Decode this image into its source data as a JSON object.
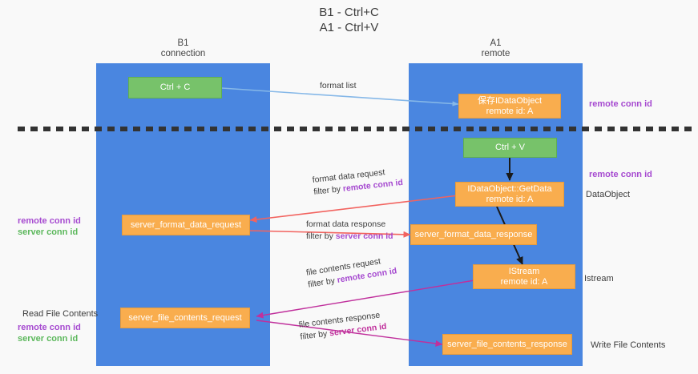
{
  "title": {
    "line1": "B1 - Ctrl+C",
    "line2": "A1 - Ctrl+V"
  },
  "columns": [
    {
      "name": "B1",
      "role": "connection"
    },
    {
      "name": "A1",
      "role": "remote"
    }
  ],
  "nodes": {
    "ctrl_c": {
      "label": "Ctrl + C",
      "sub": ""
    },
    "save_idataobject": {
      "label": "保存IDataObject",
      "sub": "remote id: A"
    },
    "ctrl_v": {
      "label": "Ctrl + V",
      "sub": ""
    },
    "getdata": {
      "label": "IDataObject::GetData",
      "sub": "remote id: A"
    },
    "fmt_req": {
      "label": "server_format_data_request",
      "sub": ""
    },
    "fmt_resp": {
      "label": "server_format_data_response",
      "sub": ""
    },
    "istream": {
      "label": "IStream",
      "sub": "remote id: A"
    },
    "file_req": {
      "label": "server_file_contents_request",
      "sub": ""
    },
    "file_resp": {
      "label": "server_file_contents_response",
      "sub": ""
    }
  },
  "edge_labels": {
    "format_list": {
      "line1": "format list",
      "line2": "",
      "filter_prefix": "",
      "filter_key": ""
    },
    "format_data_req": {
      "line1": "format data request",
      "filter_prefix": "filter by ",
      "filter_key": "remote conn id"
    },
    "format_data_resp": {
      "line1": "format data response",
      "filter_prefix": "filter by ",
      "filter_key": "server conn id"
    },
    "file_contents_req": {
      "line1": "file contents request",
      "filter_prefix": "filter by ",
      "filter_key": "remote conn id"
    },
    "file_contents_resp": {
      "line1": "file contents response",
      "filter_prefix": "filter by ",
      "filter_key": "server conn id"
    }
  },
  "annotations": {
    "right_top_conn": "remote conn id",
    "right_mid_conn": "remote conn id",
    "dataobject": "DataObject",
    "istream": "Istream",
    "write_file": "Write File Contents",
    "read_file": "Read File Contents",
    "left_mid_remote": "remote conn id",
    "left_mid_server": "server conn id",
    "left_low_remote": "remote conn id",
    "left_low_server": "server conn id"
  },
  "colors": {
    "panel": "#4a86e0",
    "green": "#77c26a",
    "orange": "#f9ad4e",
    "purple": "#a64ad0",
    "greenT": "#5cb85c",
    "magenta": "#c0309c",
    "red": "#f2635f",
    "lightblue": "#86b8e8",
    "dashed": "#333333"
  }
}
